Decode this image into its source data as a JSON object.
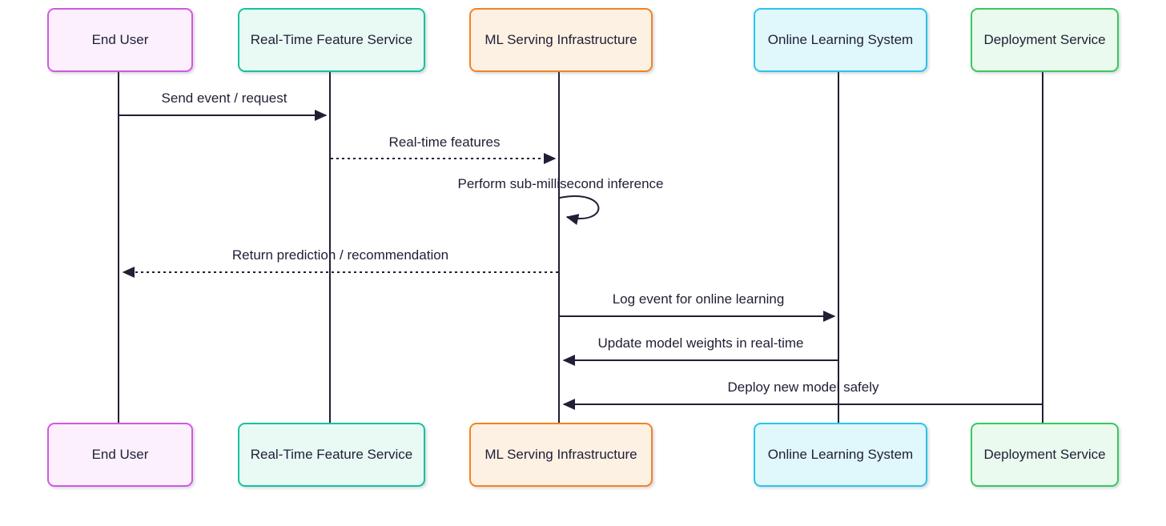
{
  "diagram": {
    "type": "sequence-diagram",
    "actors": [
      {
        "id": "end-user",
        "label": "End User",
        "border_color": "#d357e0",
        "fill_color": "#fdf0fd"
      },
      {
        "id": "real-time-feature-service",
        "label": "Real-Time Feature Service",
        "border_color": "#13c3a0",
        "fill_color": "#e9faf5"
      },
      {
        "id": "ml-serving-infrastructure",
        "label": "ML Serving Infrastructure",
        "border_color": "#f58220",
        "fill_color": "#fdf1e4"
      },
      {
        "id": "online-learning-system",
        "label": "Online Learning System",
        "border_color": "#29c5ec",
        "fill_color": "#e0f8fc"
      },
      {
        "id": "deployment-service",
        "label": "Deployment Service",
        "border_color": "#38c95c",
        "fill_color": "#eafaee"
      }
    ],
    "messages": [
      {
        "from": "End User",
        "to": "Real-Time Feature Service",
        "label": "Send event / request",
        "line_style": "solid"
      },
      {
        "from": "Real-Time Feature Service",
        "to": "ML Serving Infrastructure",
        "label": "Real-time features",
        "line_style": "dotted"
      },
      {
        "from": "ML Serving Infrastructure",
        "to": "ML Serving Infrastructure",
        "label": "Perform sub-millisecond inference",
        "line_style": "self-loop"
      },
      {
        "from": "ML Serving Infrastructure",
        "to": "End User",
        "label": "Return prediction / recommendation",
        "line_style": "dotted"
      },
      {
        "from": "ML Serving Infrastructure",
        "to": "Online Learning System",
        "label": "Log event for online learning",
        "line_style": "solid"
      },
      {
        "from": "Online Learning System",
        "to": "ML Serving Infrastructure",
        "label": "Update model weights in real-time",
        "line_style": "solid"
      },
      {
        "from": "Deployment Service",
        "to": "ML Serving Infrastructure",
        "label": "Deploy new model safely",
        "line_style": "solid"
      }
    ],
    "colors": {
      "line": "#1f1f35",
      "text": "#1f1f35",
      "background": "#ffffff"
    }
  }
}
